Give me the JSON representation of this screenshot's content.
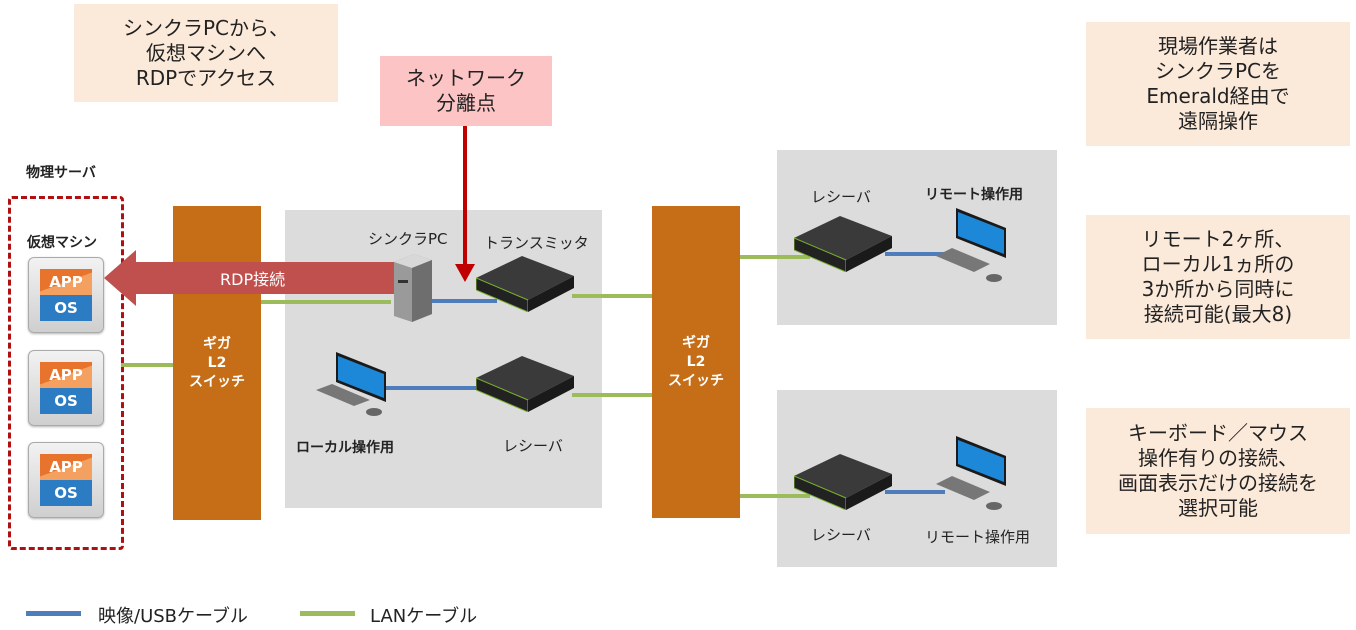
{
  "notes": {
    "rdp_access": "シンクラPCから、\n仮想マシンへ\nRDPでアクセス",
    "network_split": "ネットワーク\n分離点",
    "remote_operation": "現場作業者は\nシンクラPCを\nEmerald経由で\n遠隔操作",
    "simultaneous": "リモート2ヶ所、\nローカル1ヵ所の\n3か所から同時に\n接続可能(最大8)",
    "mode_select": "キーボード／マウス\n操作有りの接続、\n画面表示だけの接続を\n選択可能"
  },
  "physical_server": {
    "label": "物理サーバ",
    "vm_label": "仮想マシン",
    "vms": [
      {
        "app": "APP",
        "os": "OS"
      },
      {
        "app": "APP",
        "os": "OS"
      },
      {
        "app": "APP",
        "os": "OS"
      }
    ]
  },
  "switches": [
    {
      "label": "ギガ\nL2\nスイッチ"
    },
    {
      "label": "ギガ\nL2\nスイッチ"
    }
  ],
  "rdp_arrow": {
    "label": "RDP接続"
  },
  "center_panel": {
    "thinclient_pc": "シンクラPC",
    "transmitter": "トランスミッタ",
    "local_pc": "ローカル操作用",
    "receiver": "レシーバ"
  },
  "remote_panel_1": {
    "receiver": "レシーバ",
    "remote_pc": "リモート操作用"
  },
  "remote_panel_2": {
    "receiver": "レシーバ",
    "remote_pc": "リモート操作用"
  },
  "legend": [
    {
      "label": "映像/USBケーブル",
      "color": "#4f7dbb"
    },
    {
      "label": "LANケーブル",
      "color": "#9cbb5a"
    }
  ],
  "colors": {
    "switch": "#c56e17",
    "rdp_arrow": "#c0504d",
    "network_split_arrow": "#c00000",
    "note_bg": "#fbe9d9",
    "panel_bg": "#dcdcdc"
  }
}
